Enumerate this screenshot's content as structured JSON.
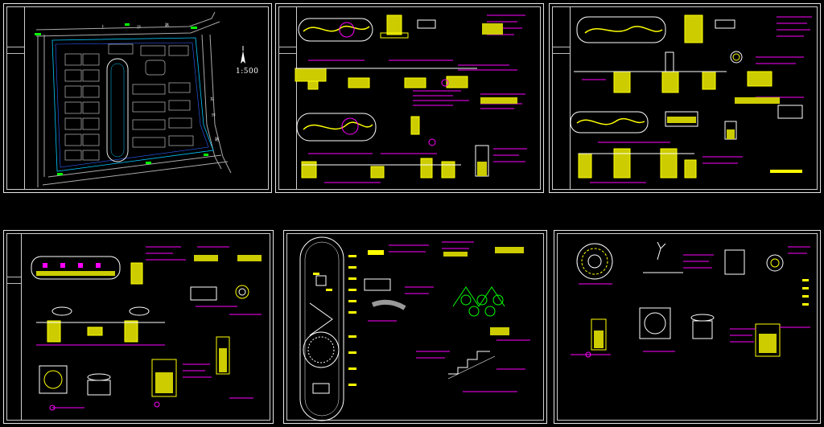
{
  "sheets": [
    {
      "id": "site-plan",
      "kind": "site plan"
    },
    {
      "id": "detail-2",
      "kind": "path & paving details"
    },
    {
      "id": "detail-3",
      "kind": "path & bench details"
    },
    {
      "id": "detail-4",
      "kind": "planter & fountain details"
    },
    {
      "id": "detail-5",
      "kind": "oval plaza & stair details"
    },
    {
      "id": "detail-6",
      "kind": "tree pit & bowl details"
    }
  ],
  "site_plan": {
    "scale_text": "1:500"
  },
  "colors": {
    "line_white": "#e8e8e8",
    "magenta": "#ff00ff",
    "yellow": "#ffff00",
    "cyan": "#00c8ff",
    "green": "#00ff00",
    "red": "#ff3030",
    "blue": "#3060ff"
  }
}
